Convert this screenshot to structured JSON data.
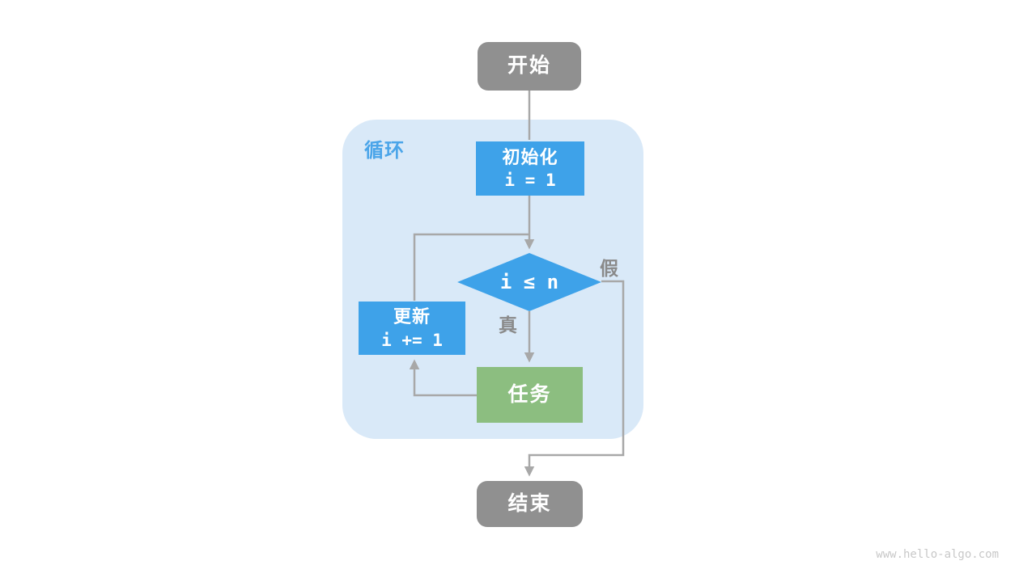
{
  "colors": {
    "node_gray": "#909090",
    "node_blue": "#3EA2E9",
    "node_green": "#8CBE80",
    "loop_bg": "#D9E9F8",
    "loop_label": "#4BA5E9",
    "line": "#A8A8A8",
    "edge_label": "#8A8A8A",
    "watermark": "#C8C8C8",
    "text_white": "#FFFFFF",
    "page_bg": "#FFFFFF"
  },
  "diagram": {
    "loop_container_label": "循环",
    "nodes": {
      "start": {
        "label": "开始"
      },
      "init": {
        "label": "初始化",
        "code": "i = 1"
      },
      "condition": {
        "code": "i ≤ n"
      },
      "update": {
        "label": "更新",
        "code": "i += 1"
      },
      "task": {
        "label": "任务"
      },
      "end": {
        "label": "结束"
      }
    },
    "edge_labels": {
      "true_branch": "真",
      "false_branch": "假"
    }
  },
  "footer": {
    "watermark": "www.hello-algo.com"
  }
}
